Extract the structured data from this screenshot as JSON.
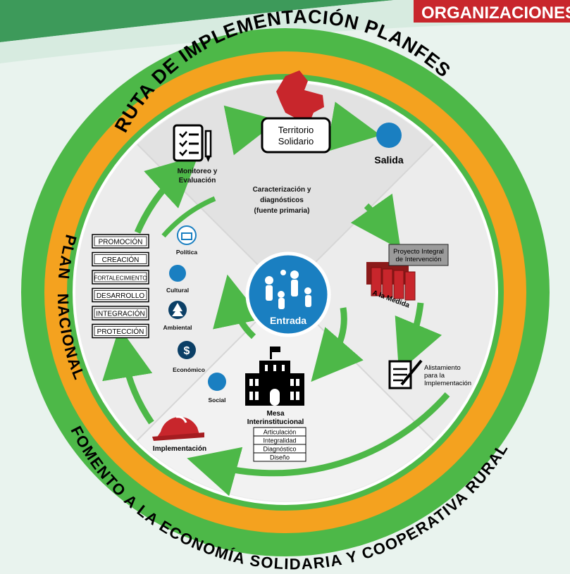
{
  "corner_title": "ORGANIZACIONES",
  "ring": {
    "top": "RUTA DE IMPLEMENTACIÓN PLANFES",
    "left": "PLAN",
    "left2": "NACIONAL",
    "bottom": "FOMENTO A LA ECONOMÍA SOLIDARIA Y COOPERATIVA RURAL"
  },
  "nodes": {
    "territorio": [
      "Territorio",
      "Solidario"
    ],
    "salida": "Salida",
    "monitoreo": [
      "Monitoreo y",
      "Evaluación"
    ],
    "caracterizacion": [
      "Caracterización y",
      "diagnósticos",
      "(fuente primaria)"
    ],
    "proyecto": [
      "Proyecto Integral",
      "de Intervención"
    ],
    "a_la_medida": "A la Medida",
    "alistamiento": [
      "Alistamiento",
      "para la",
      "Implementación"
    ],
    "entrada": "Entrada",
    "mesa": [
      "Mesa",
      "Interinstitucional"
    ],
    "implementacion": "Implementación"
  },
  "stages": [
    "PROMOCIÓN",
    "CREACIÓN",
    "FORTALECIMIENTO",
    "DESARROLLO",
    "INTEGRACIÓN",
    "PROTECCIÓN"
  ],
  "dimensions": [
    {
      "label": "Política",
      "icon": "ballot-box-icon"
    },
    {
      "label": "Cultural",
      "icon": "people-meeting-icon"
    },
    {
      "label": "Ambiental",
      "icon": "tree-icon"
    },
    {
      "label": "Económico",
      "icon": "dollar-icon"
    },
    {
      "label": "Social",
      "icon": "group-icon"
    }
  ],
  "mesa_items": [
    "Articulación",
    "Integralidad",
    "Diagnóstico",
    "Diseño"
  ],
  "colors": {
    "green": "#4db848",
    "orange": "#f4a21f",
    "red": "#c8262c",
    "blue": "#1a7fc1",
    "inner": "#ececec"
  }
}
